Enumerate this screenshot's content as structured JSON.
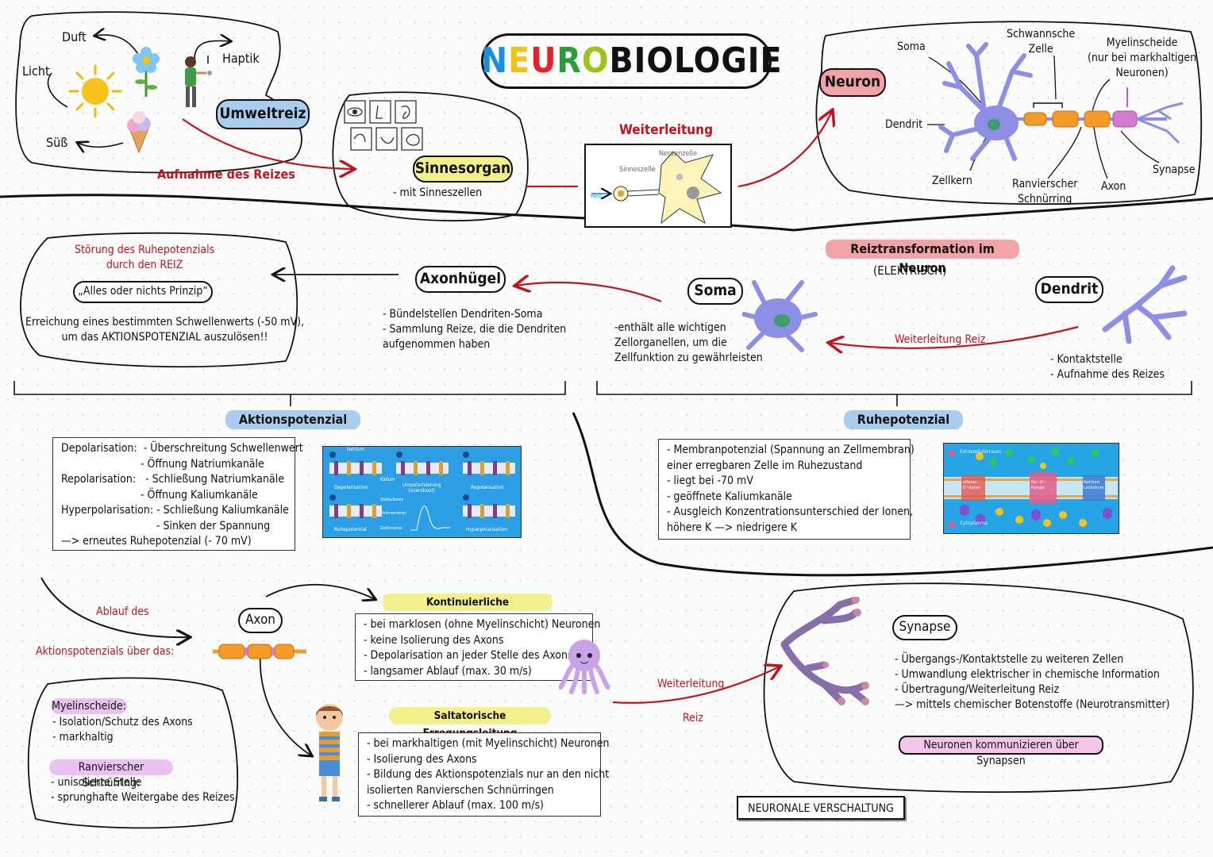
{
  "title": {
    "letters": [
      {
        "ch": "N",
        "color": "#1a8fe0"
      },
      {
        "ch": "E",
        "color": "#f2c312"
      },
      {
        "ch": "U",
        "color": "#e8202a"
      },
      {
        "ch": "R",
        "color": "#2c9b3a"
      },
      {
        "ch": "O",
        "color": "#9dc21c"
      },
      {
        "ch": "BIOLOGIE",
        "color": "#111111"
      }
    ]
  },
  "top": {
    "duft": "Duft",
    "licht": "Licht",
    "suess": "Süß",
    "haptik": "Haptik",
    "umweltreiz": "Umweltreiz",
    "aufnahme": "Aufnahme des Reizes",
    "sinnesorgan": "Sinnesorgan",
    "sinnesorgan_note": "- mit Sinneszellen",
    "weiterleitung": "Weiterleitung",
    "fig_nervenzelle": "Nervenzelle",
    "fig_sinneszelle": "Sinneszelle",
    "fig_reiz": "Reiz"
  },
  "neuron": {
    "label": "Neuron",
    "soma": "Soma",
    "schwann": "Schwannsche\nZelle",
    "myelin": "Myelinscheide\n(nur bei markhaltigen\nNeuronen)",
    "dendrit": "Dendrit",
    "zellkern": "Zellkern",
    "ranvier": "Ranvierscher\nSchnürring",
    "axon": "Axon",
    "synapse": "Synapse"
  },
  "reiztrans": {
    "title": "Reiztransformation im Neuron",
    "subtitle": "(ELEKTRISCH)",
    "dendrit": "Dendrit",
    "dendrit_notes": "- Kontaktstelle\n- Aufnahme des Reizes",
    "weiterleitung_reiz": "Weiterleitung Reiz",
    "soma": "Soma",
    "soma_notes": "-enthält alle wichtigen\nZellorganellen, um die\nZellfunktion zu gewährleisten",
    "axonhuegel": "Axonhügel",
    "axonhuegel_notes": "- Bündelstellen Dendriten-Soma\n- Sammlung Reize, die die Dendriten\naufgenommen haben",
    "stoerung": "Störung des Ruhepotenzials\ndurch den REIZ",
    "prinzip": "„Alles oder nichts Prinzip“",
    "schwelle": "Erreichung eines bestimmten Schwellenwerts (-50 mV),\num das AKTIONSPOTENZIAL auszulösen!!"
  },
  "aktionspotenzial": {
    "title": "Aktionspotenzial",
    "text": "Depolarisation:  - Überschreitung Schwellenwert\n                         - Öffnung Natriumkanäle\nRepolarisation:   - Schließung Natriumkanäle\n                         - Öffnung Kaliumkanäle\nHyperpolarisation: - Schließung Kaliumkanäle\n                              - Sinken der Spannung\n—> erneutes Ruhepotenzial (- 70 mV)",
    "fig": {
      "natrium": "Natrium",
      "kalium": "Kalium",
      "p1": "Ruhepotential",
      "p2": "Depolarisation",
      "p3": "Umpolarisierung\n(overshoot)",
      "p4": "Repolarisation",
      "p5": "Hyperpolarisation",
      "zellaeusseres": "Zelläußeres",
      "zellmembran": "Zellmembran",
      "zellinneres": "Zellinneres"
    }
  },
  "ruhepotenzial": {
    "title": "Ruhepotenzial",
    "text": "- Membranpotenzial (Spannung an Zellmembran)\neiner erregbaren Zelle im Ruhezustand\n- liegt bei -70 mV\n- geöffnete Kaliumkanäle\n- Ausgleich Konzentrationsunterschied der Ionen,\nhöhere K —> niedrigere K",
    "fig": {
      "extra": "Extrazellulärraum",
      "cyto": "Cytoplasma",
      "kanal": "offener\nK⁺-Kanal",
      "pumpe": "Na⁺-K⁺-\nPumpe",
      "leck": "Natrium\nLeckstrom"
    }
  },
  "ablauf": {
    "ablauf_des": "Ablauf des",
    "ueber_das": "Aktionspotenzials über das:",
    "axon": "Axon",
    "kont_title": "Kontinuierliche Erregungsleitung",
    "kont_text": "- bei marklosen (ohne Myelinschicht) Neuronen\n- keine Isolierung des Axons\n- Depolarisation an jeder Stelle des Axons\n- langsamer Ablauf (max. 30 m/s)",
    "salt_title": "Saltatorische Erregungsleitung",
    "salt_text": "- bei markhaltigen (mit Myelinschicht) Neuronen\n- Isolierung des Axons\n- Bildung des Aktionspotenzials nur an den nicht\nisolierten Ranvierschen Schnürringen\n- schnellerer Ablauf (max. 100 m/s)",
    "myelin_title": "Myelinscheide:",
    "myelin_text": "- Isolation/Schutz des Axons\n- markhaltig",
    "ranvier_title": "Ranvierscher Schnürring:",
    "ranvier_text": "- unisolierte Stelle\n- sprunghafte Weitergabe des Reizes"
  },
  "synapse": {
    "weiterleitung": "Weiterleitung",
    "reiz": "Reiz",
    "label": "Synapse",
    "text": "- Übergangs-/Kontaktstelle zu weiteren Zellen\n- Umwandlung elektrischer in chemische Information\n- Übertragung/Weiterleitung Reiz\n—> mittels chemischer Botenstoffe (Neurotransmitter)",
    "kommunizieren": "Neuronen kommunizieren über Synapsen",
    "verschaltung": "NEURONALE VERSCHALTUNG"
  },
  "colors": {
    "red": "#c0141e",
    "blue_hl": "#a9cdee",
    "yellow_hl": "#f2f08a",
    "pink_hl": "#f2a3a6",
    "lilac_hl": "#eac2f2",
    "neuron": "#8d8ee6"
  }
}
